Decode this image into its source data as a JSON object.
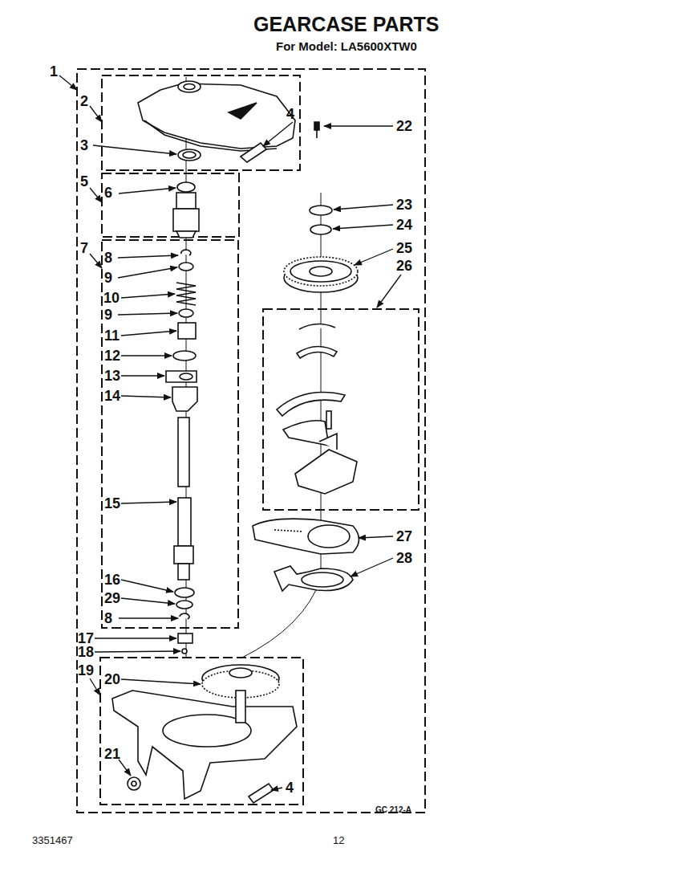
{
  "diagram": {
    "title": "GEARCASE PARTS",
    "labels": [
      "For Model: LA5600XTW0",
      "1",
      "2",
      "3",
      "4",
      "22",
      "5",
      "6",
      "23",
      "24",
      "25",
      "7",
      "26",
      "8",
      "9",
      "10",
      "9",
      "11",
      "12",
      "13",
      "14",
      "15",
      "27",
      "28",
      "16",
      "29",
      "8",
      "17",
      "18",
      "19",
      "20",
      "21",
      "4",
      "GC 212-A",
      "3351467",
      "12"
    ]
  }
}
